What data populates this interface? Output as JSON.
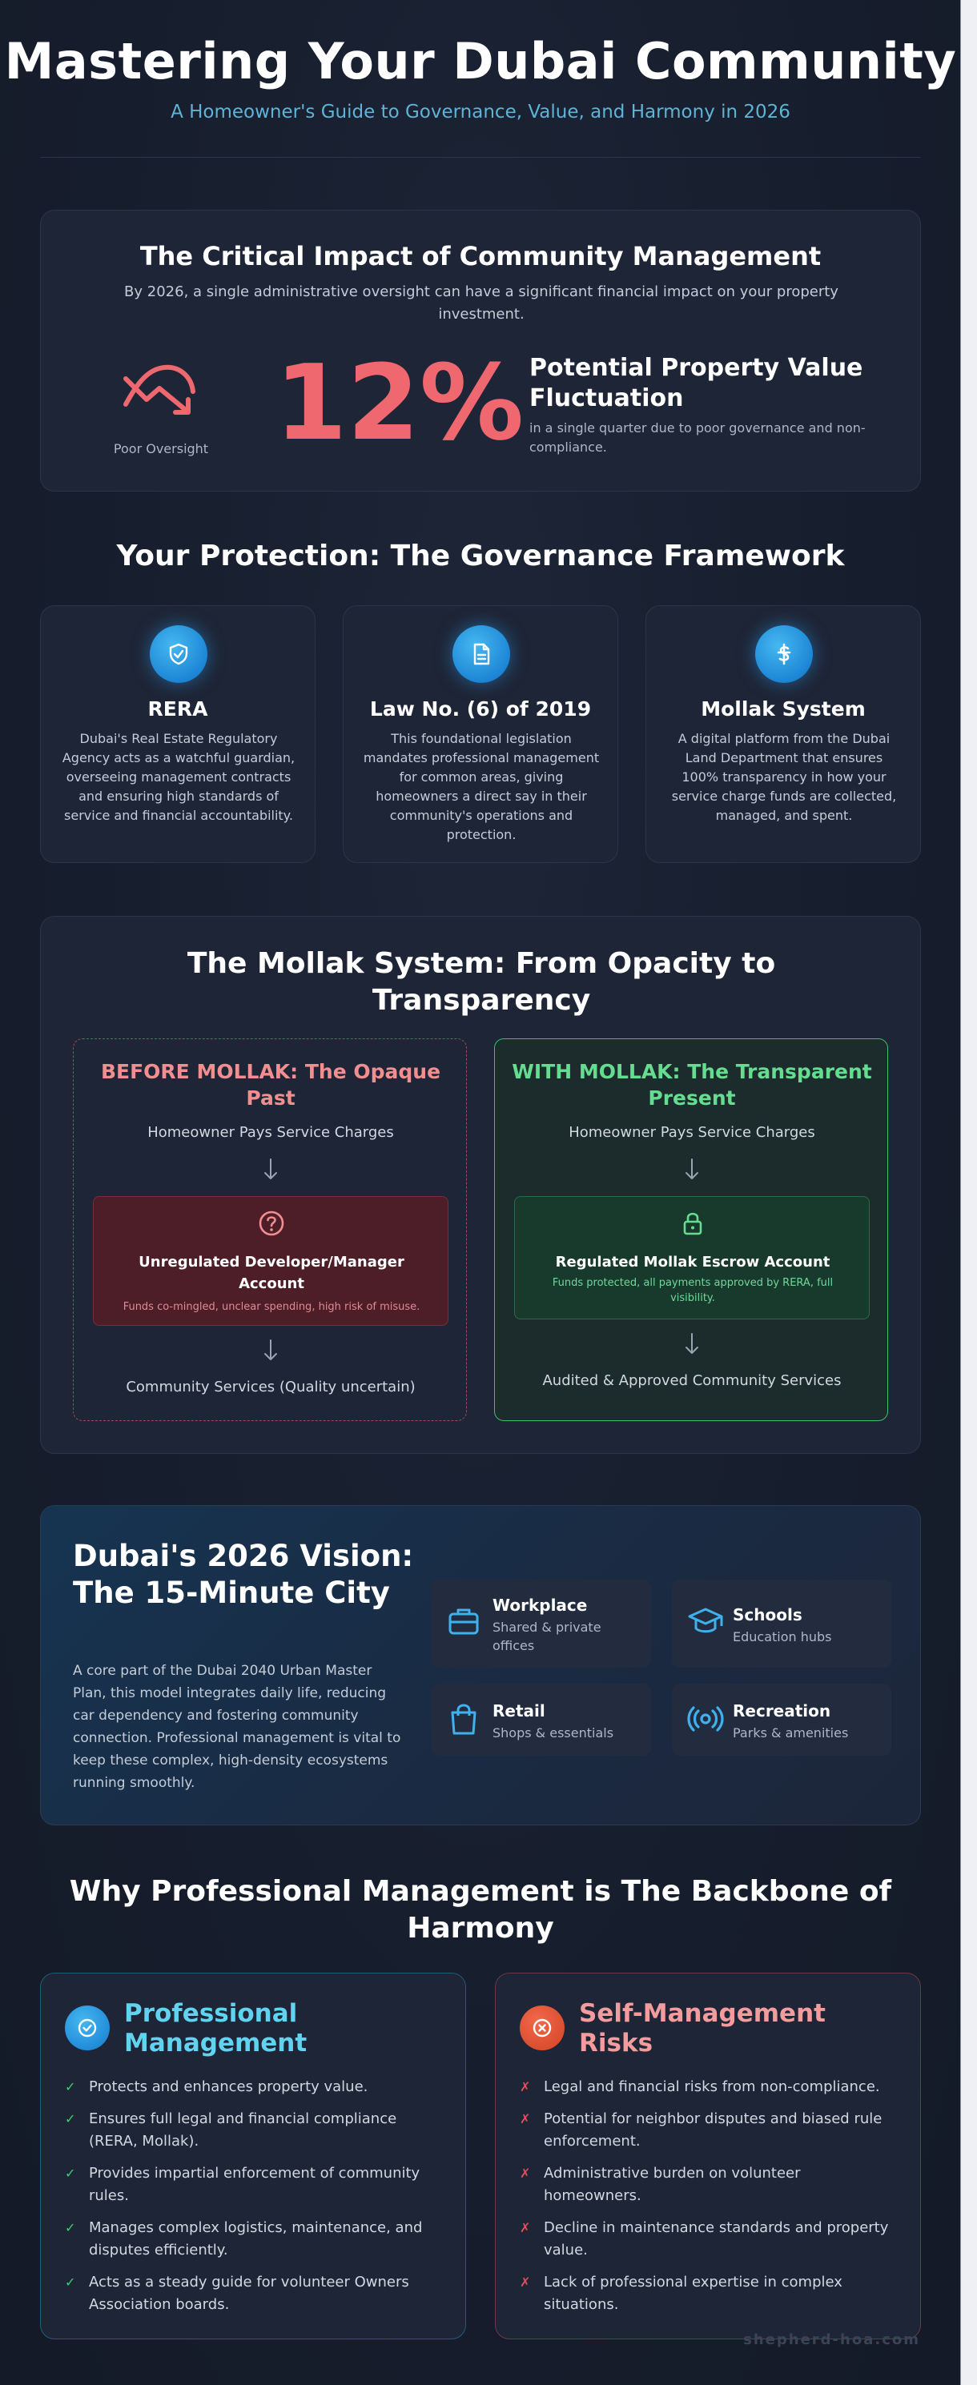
{
  "header": {
    "title": "Mastering Your Dubai Community",
    "subtitle": "A Homeowner's Guide to Governance, Value, and Harmony in 2026"
  },
  "impact": {
    "title": "The Critical Impact of Community Management",
    "lead": "By 2026, a single administrative oversight can have a significant financial impact on your property investment.",
    "icon": "trend-down-icon",
    "icon_label": "Poor Oversight",
    "stat": "12%",
    "stat_title": "Potential Property Value Fluctuation",
    "stat_sub": "in a single quarter due to poor governance and non-compliance."
  },
  "governance": {
    "title": "Your Protection: The Governance Framework",
    "items": [
      {
        "icon": "shield-check-icon",
        "title": "RERA",
        "text": "Dubai's Real Estate Regulatory Agency acts as a watchful guardian, overseeing management contracts and ensuring high standards of service and financial accountability."
      },
      {
        "icon": "document-icon",
        "title": "Law No. (6) of 2019",
        "text": "This foundational legislation mandates professional management for common areas, giving homeowners a direct say in their community's operations and protection."
      },
      {
        "icon": "dollar-icon",
        "title": "Mollak System",
        "text": "A digital platform from the Dubai Land Department that ensures 100% transparency in how your service charge funds are collected, managed, and spent."
      }
    ]
  },
  "mollak": {
    "title": "The Mollak System: From Opacity to Transparency",
    "before": {
      "title": "BEFORE MOLLAK: The Opaque Past",
      "step1": "Homeowner Pays Service Charges",
      "box_icon": "question-icon",
      "box_title": "Unregulated Developer/Manager Account",
      "box_sub": "Funds co-mingled, unclear spending, high risk of misuse.",
      "step2": "Community Services (Quality uncertain)"
    },
    "after": {
      "title": "WITH MOLLAK: The Transparent Present",
      "step1": "Homeowner Pays Service Charges",
      "box_icon": "lock-icon",
      "box_title": "Regulated Mollak Escrow Account",
      "box_sub": "Funds protected, all payments approved by RERA, full visibility.",
      "step2": "Audited & Approved Community Services"
    }
  },
  "vision": {
    "title": "Dubai's 2026 Vision: The 15-Minute City",
    "text": "A core part of the Dubai 2040 Urban Master Plan, this model integrates daily life, reducing car dependency and fostering community connection. Professional management is vital to keep these complex, high-density ecosystems running smoothly.",
    "tiles": [
      {
        "icon": "briefcase-icon",
        "title": "Workplace",
        "sub": "Shared & private offices"
      },
      {
        "icon": "graduation-cap-icon",
        "title": "Schools",
        "sub": "Education hubs"
      },
      {
        "icon": "shopping-bag-icon",
        "title": "Retail",
        "sub": "Shops & essentials"
      },
      {
        "icon": "recreation-icon",
        "title": "Recreation",
        "sub": "Parks & amenities"
      }
    ]
  },
  "why": {
    "title": "Why Professional Management is The Backbone of Harmony",
    "pro": {
      "title": "Professional Management",
      "mark": "✓",
      "items": [
        "Protects and enhances property value.",
        "Ensures full legal and financial compliance (RERA, Mollak).",
        "Provides impartial enforcement of community rules.",
        "Manages complex logistics, maintenance, and disputes efficiently.",
        "Acts as a steady guide for volunteer Owners Association boards."
      ]
    },
    "risk": {
      "title": "Self-Management Risks",
      "mark": "✗",
      "items": [
        "Legal and financial risks from non-compliance.",
        "Potential for neighbor disputes and biased rule enforcement.",
        "Administrative burden on volunteer homeowners.",
        "Decline in maintenance standards and property value.",
        "Lack of professional expertise in complex situations."
      ]
    }
  },
  "footer": {
    "brand": "shepherd-hoa.com"
  },
  "colors": {
    "accent_red": "#f0686f",
    "accent_blue": "#1d86d6",
    "accent_green": "#3fbf6d",
    "accent_cyan": "#5fd3f0"
  }
}
